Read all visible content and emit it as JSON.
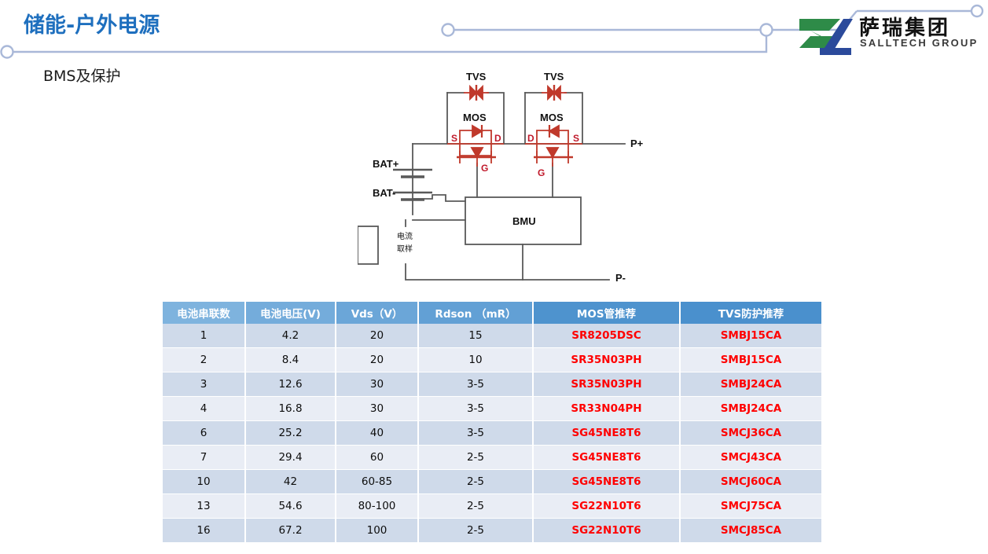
{
  "header": {
    "title": "储能-户外电源",
    "subtitle": "BMS及保护"
  },
  "logo": {
    "name_cn": "萨瑞集团",
    "name_en": "SALLTECH GROUP",
    "green": "#2E8B48",
    "blue": "#2B4A9B"
  },
  "colors": {
    "title_blue": "#1E6FBE",
    "deco_line": "#A9B8D8",
    "table_header_blue": "#5B9BD5",
    "row_odd": "#CFDAEA",
    "row_even": "#E9EDF5",
    "part_red": "#FF0000",
    "circuit_red": "#C0392B",
    "circuit_gray": "#595959"
  },
  "circuit": {
    "labels": {
      "tvs_left": "TVS",
      "tvs_right": "TVS",
      "mos_left": "MOS",
      "mos_right": "MOS",
      "s_left": "S",
      "d_left": "D",
      "g_left": "G",
      "d_right": "D",
      "s_right": "S",
      "g_right": "G",
      "bat_plus": "BAT+",
      "bat_minus": "BAT-",
      "p_plus": "P+",
      "p_minus": "P-",
      "bmu": "BMU",
      "shunt_line1": "电流",
      "shunt_line2": "取样"
    }
  },
  "table": {
    "columns": [
      "电池串联数",
      "电池电压(V)",
      "Vds（V）",
      "Rdson （mR）",
      "MOS管推荐",
      "TVS防护推荐"
    ],
    "rows": [
      [
        "1",
        "4.2",
        "20",
        "15",
        "SR8205DSC",
        "SMBJ15CA"
      ],
      [
        "2",
        "8.4",
        "20",
        "10",
        "SR35N03PH",
        "SMBJ15CA"
      ],
      [
        "3",
        "12.6",
        "30",
        "3-5",
        "SR35N03PH",
        "SMBJ24CA"
      ],
      [
        "4",
        "16.8",
        "30",
        "3-5",
        "SR33N04PH",
        "SMBJ24CA"
      ],
      [
        "6",
        "25.2",
        "40",
        "3-5",
        "SG45NE8T6",
        "SMCJ36CA"
      ],
      [
        "7",
        "29.4",
        "60",
        "2-5",
        "SG45NE8T6",
        "SMCJ43CA"
      ],
      [
        "10",
        "42",
        "60-85",
        "2-5",
        "SG45NE8T6",
        "SMCJ60CA"
      ],
      [
        "13",
        "54.6",
        "80-100",
        "2-5",
        "SG22N10T6",
        "SMCJ75CA"
      ],
      [
        "16",
        "67.2",
        "100",
        "2-5",
        "SG22N10T6",
        "SMCJ85CA"
      ]
    ]
  }
}
